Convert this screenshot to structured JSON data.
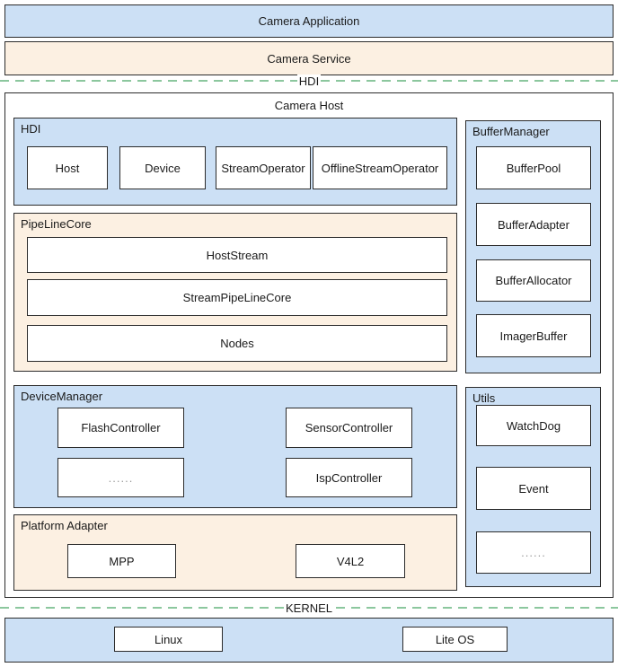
{
  "diagram": {
    "top_layers": [
      {
        "label": "Camera Application"
      },
      {
        "label": "Camera Service"
      }
    ],
    "dividers": {
      "hdi": "HDI",
      "kernel": "KERNEL"
    },
    "camera_host": {
      "title": "Camera Host",
      "hdi": {
        "title": "HDI",
        "items": [
          "Host",
          "Device",
          "StreamOperator",
          "OfflineStreamOperator"
        ]
      },
      "pipeline_core": {
        "title": "PipeLineCore",
        "items": [
          "HostStream",
          "StreamPipeLineCore",
          "Nodes"
        ]
      },
      "device_manager": {
        "title": "DeviceManager",
        "items": [
          "FlashController",
          "SensorController",
          "......",
          "IspController"
        ]
      },
      "platform_adapter": {
        "title": "Platform Adapter",
        "items": [
          "MPP",
          "V4L2"
        ]
      },
      "buffer_manager": {
        "title": "BufferManager",
        "items": [
          "BufferPool",
          "BufferAdapter",
          "BufferAllocator",
          "ImagerBuffer"
        ]
      },
      "utils": {
        "title": "Utils",
        "items": [
          "WatchDog",
          "Event",
          "......"
        ]
      }
    },
    "kernel": {
      "items": [
        "Linux",
        "Lite OS"
      ]
    },
    "colors": {
      "layer_blue": "#cce0f5",
      "layer_cream": "#fcf0e2",
      "divider_green": "#8cc79e",
      "box_border": "#2b2b2b",
      "box_fill": "#ffffff"
    }
  }
}
